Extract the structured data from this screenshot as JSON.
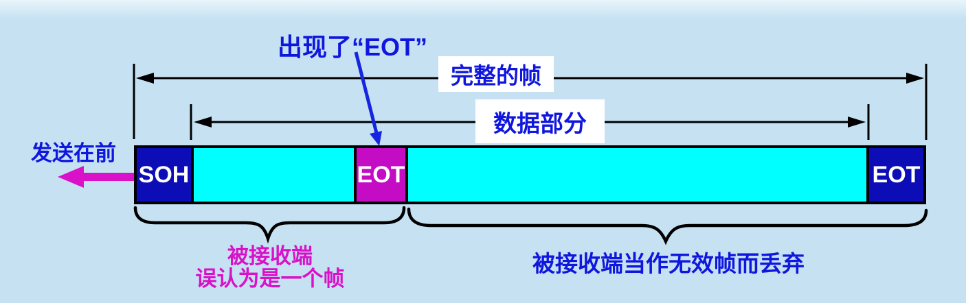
{
  "title_context": "帧定界与透明传输示意图",
  "annotations": {
    "eot_appeared": "出现了“EOT”",
    "send_first": "发送在前",
    "complete_frame": "完整的帧",
    "data_part": "数据部分",
    "mistaken_frame_line1": "被接收端",
    "mistaken_frame_line2": "误认为是一个帧",
    "invalid_frame": "被接收端当作无效帧而丢弃"
  },
  "frame": {
    "blocks": [
      {
        "label": "SOH",
        "role": "start-of-header"
      },
      {
        "label": "",
        "role": "data-segment-1"
      },
      {
        "label": "EOT",
        "role": "eot-inside-data"
      },
      {
        "label": "",
        "role": "data-segment-2"
      },
      {
        "label": "EOT",
        "role": "end-of-transmission"
      }
    ]
  },
  "colors": {
    "background": "#c5e1f2",
    "header_trailer_block": "#0d0db8",
    "data_block": "#00ffff",
    "eot_in_data_block": "#c40cc4",
    "block_text": "#ffffff",
    "blue_annotation": "#0f16dd",
    "magenta_annotation": "#d911c9",
    "magenta_arrow": "#d911c9",
    "blue_pointer_arrow": "#1626e0",
    "dimension_lines": "#000000",
    "label_box_background": "#ffffff"
  }
}
